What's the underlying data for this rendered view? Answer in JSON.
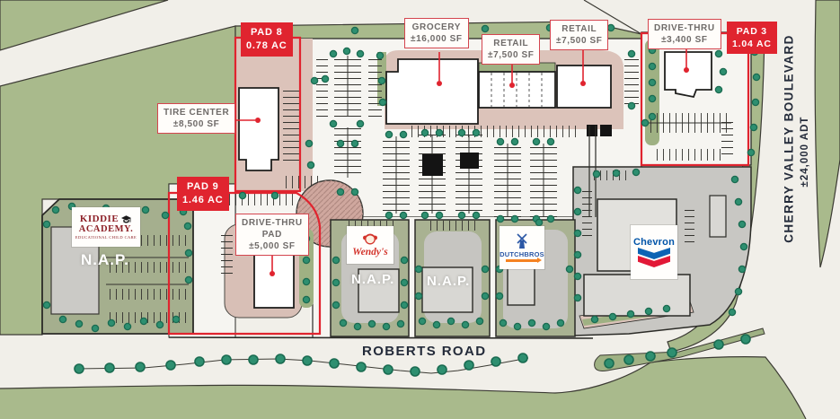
{
  "labels": {
    "pad8": {
      "line1": "PAD 8",
      "line2": "0.78 AC"
    },
    "pad9": {
      "line1": "PAD 9",
      "line2": "1.46 AC"
    },
    "pad3": {
      "line1": "PAD 3",
      "line2": "1.04 AC"
    },
    "grocery": {
      "line1": "GROCERY",
      "line2": "±16,000 SF"
    },
    "retail_west": {
      "line1": "RETAIL",
      "line2": "±7,500 SF"
    },
    "retail_east": {
      "line1": "RETAIL",
      "line2": "±7,500 SF"
    },
    "drive_thru": {
      "line1": "DRIVE-THRU",
      "line2": "±3,400 SF"
    },
    "tire_center": {
      "line1": "TIRE CENTER",
      "line2": "±8,500 SF"
    },
    "drive_thru_pad": {
      "line1": "DRIVE-THRU",
      "line2": "PAD",
      "line3": "±5,000 SF"
    }
  },
  "roads": {
    "roberts_road": "ROBERTS ROAD",
    "cherry_valley": "CHERRY VALLEY BOULEVARD",
    "cherry_valley_traffic": "±24,000 ADT"
  },
  "tenants": {
    "kiddie_academy": {
      "line1": "KIDDIE",
      "line2": "ACADEMY.",
      "tagline": "EDUCATIONAL CHILD CARE"
    },
    "wendys": "Wendy's",
    "dutch_bros": {
      "word1": "DUTCH",
      "word2": "BROS"
    },
    "chevron": "Chevron"
  },
  "nap": {
    "kiddie": "N.A.P.",
    "wendys": "N.A.P.",
    "middle": "N.A.P."
  },
  "colors": {
    "boundary_red": "#e0242f",
    "landscape_green": "#a9ba8c",
    "tree_green": "#2e8f70",
    "parking_pink": "#dcc3ba",
    "label_text": "#6f6b69",
    "road_text": "#242b3a"
  }
}
